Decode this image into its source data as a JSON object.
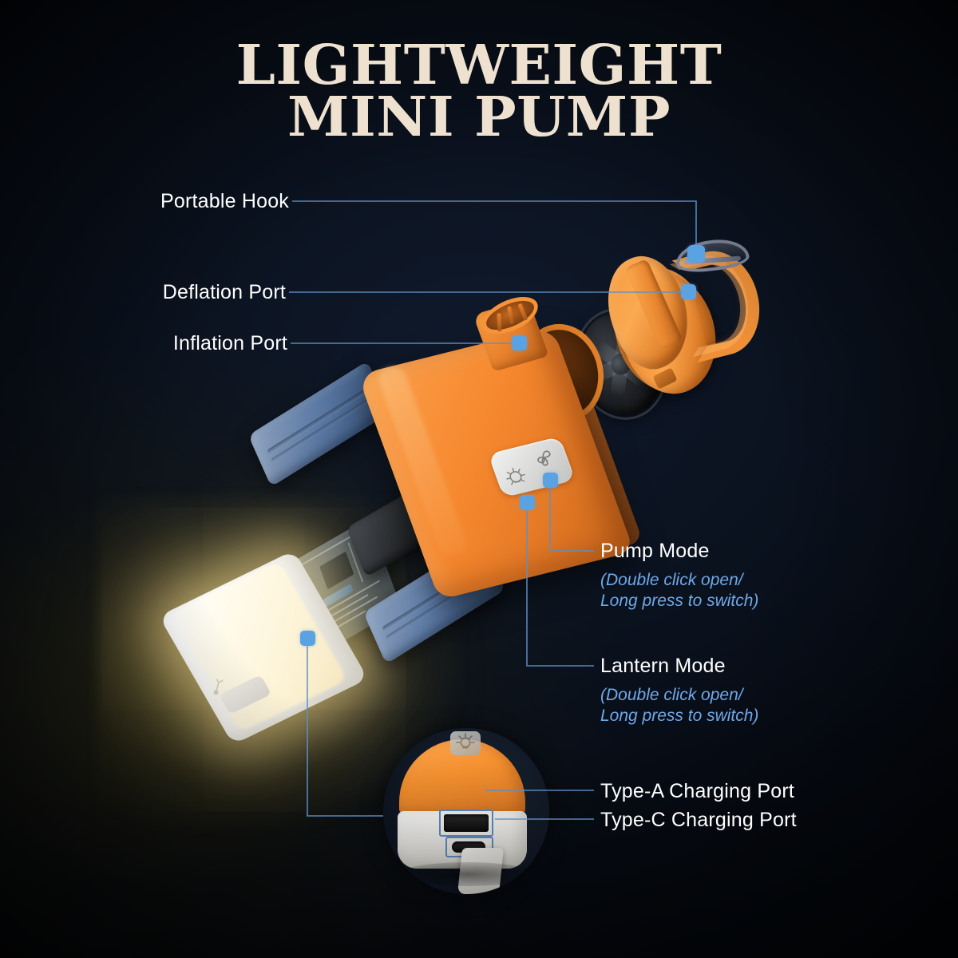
{
  "title": {
    "line1": "LIGHTWEIGHT",
    "line2": "MINI PUMP",
    "color": "#EEE1CF"
  },
  "theme": {
    "background_dark": "#05080d",
    "background_navy": "#101a2c",
    "accent_orange": "#F6892F",
    "marker_blue": "#5BA2E2",
    "label_white": "#FFFFFF",
    "sublabel_blue": "#6FA8E8",
    "leader_line": "#5E8FC4"
  },
  "callouts": [
    {
      "id": "portable-hook",
      "label": "Portable Hook",
      "side": "left",
      "note": null
    },
    {
      "id": "deflation-port",
      "label": "Deflation Port",
      "side": "left",
      "note": null
    },
    {
      "id": "inflation-port",
      "label": "Inflation Port",
      "side": "left",
      "note": null
    },
    {
      "id": "pump-mode",
      "label": "Pump Mode",
      "side": "right",
      "note_line1": "(Double click open/",
      "note_line2": "Long press to switch)"
    },
    {
      "id": "lantern-mode",
      "label": "Lantern Mode",
      "side": "right",
      "note_line1": "(Double click open/",
      "note_line2": "Long press to switch)"
    },
    {
      "id": "type-a-charging-port",
      "label": "Type-A Charging Port",
      "side": "right",
      "note": null
    },
    {
      "id": "type-c-charging-port",
      "label": "Type-C Charging Port",
      "side": "right",
      "note": null
    }
  ],
  "product_parts": [
    {
      "id": "hook-cap",
      "name": "Orange cap with carabiner hook"
    },
    {
      "id": "fan-impeller",
      "name": "Black fan impeller disc"
    },
    {
      "id": "main-body",
      "name": "Orange pump housing"
    },
    {
      "id": "nozzle",
      "name": "Orange inflation nozzle port"
    },
    {
      "id": "control-panel",
      "name": "Control panel with lantern and fan buttons"
    },
    {
      "id": "battery-upper",
      "name": "Blue-gray battery cell"
    },
    {
      "id": "battery-lower",
      "name": "Blue-gray battery cell"
    },
    {
      "id": "motor",
      "name": "Dark gray motor"
    },
    {
      "id": "pcb",
      "name": "Circuit board"
    },
    {
      "id": "lantern-module",
      "name": "White glowing lantern module"
    },
    {
      "id": "inset-detail",
      "name": "Charging port detail circle"
    }
  ],
  "icons": {
    "lantern_button": "lightbulb-icon",
    "pump_button": "fan-icon",
    "inset_button": "lightbulb-icon"
  }
}
